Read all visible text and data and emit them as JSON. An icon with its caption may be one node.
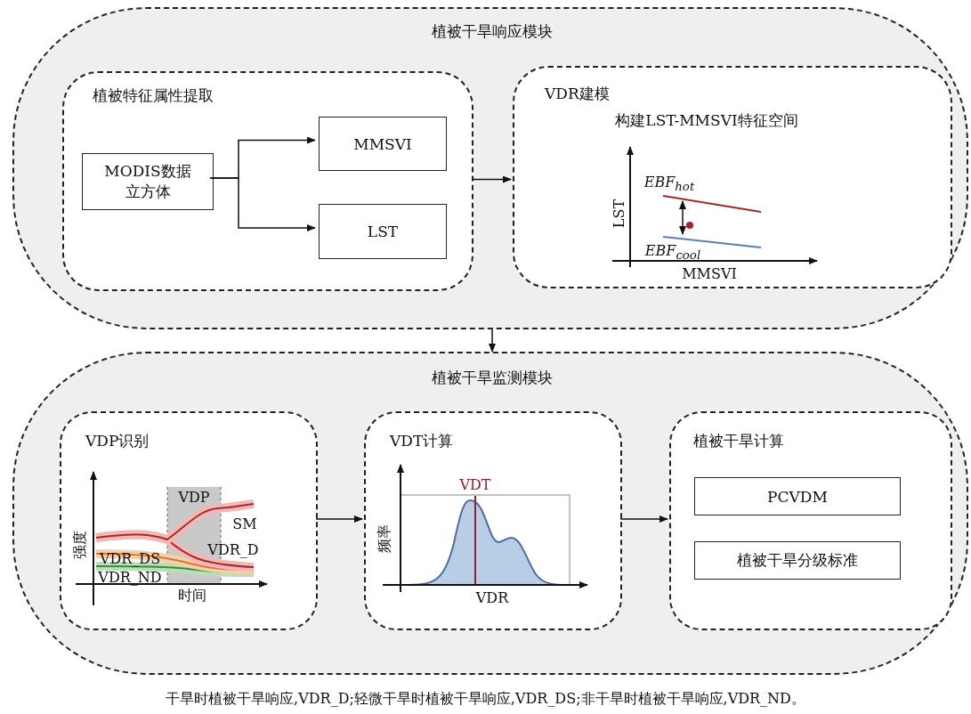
{
  "diagram": {
    "caption": "干旱时植被干旱响应,VDR_D;轻微干旱时植被干旱响应,VDR_DS;非干旱时植被干旱响应,VDR_ND。",
    "nodes": [
      {
        "text": [
          "植被干旱响应模块"
        ]
      },
      {
        "text": [
          "植被特征属性提取"
        ],
        "in": 0
      },
      {
        "text": [
          "MODIS数据立方体"
        ],
        "in": 1
      },
      {
        "text": [
          "MMSVI"
        ],
        "in": 1
      },
      {
        "text": [
          "LST"
        ],
        "in": 1
      },
      {
        "text": [
          "VDR建模",
          "构建LST-MMSVI特征空间"
        ],
        "in": 0
      },
      {
        "text": [
          "植被干旱监测模块"
        ]
      },
      {
        "text": [
          "VDP识别"
        ],
        "in": 6
      },
      {
        "text": [
          "VDT计算"
        ],
        "in": 6
      },
      {
        "text": [
          "植被干旱计算"
        ],
        "in": 6
      },
      {
        "text": [
          "PCVDM"
        ],
        "in": 9
      },
      {
        "text": [
          "植被干旱分级标准"
        ],
        "in": 9
      }
    ],
    "edges": [
      {
        "from": 2,
        "to": 3,
        "arrow": "to"
      },
      {
        "from": 2,
        "to": 4,
        "arrow": "to"
      },
      {
        "from": 1,
        "to": 5,
        "arrow": "to"
      },
      {
        "from": 0,
        "to": 6,
        "arrow": "to"
      },
      {
        "from": 7,
        "to": 8,
        "arrow": "to"
      },
      {
        "from": 8,
        "to": 9,
        "arrow": "to"
      }
    ],
    "labels": [
      "EBF$_{hot}$",
      "LST",
      "EBF$_{cool}$",
      "MMSVI",
      "VDP",
      "SM",
      "强度",
      "VDR_D",
      "VDR_DS",
      "VDR_ND",
      "时间",
      "VDT",
      "频率",
      "VDR"
    ]
  }
}
